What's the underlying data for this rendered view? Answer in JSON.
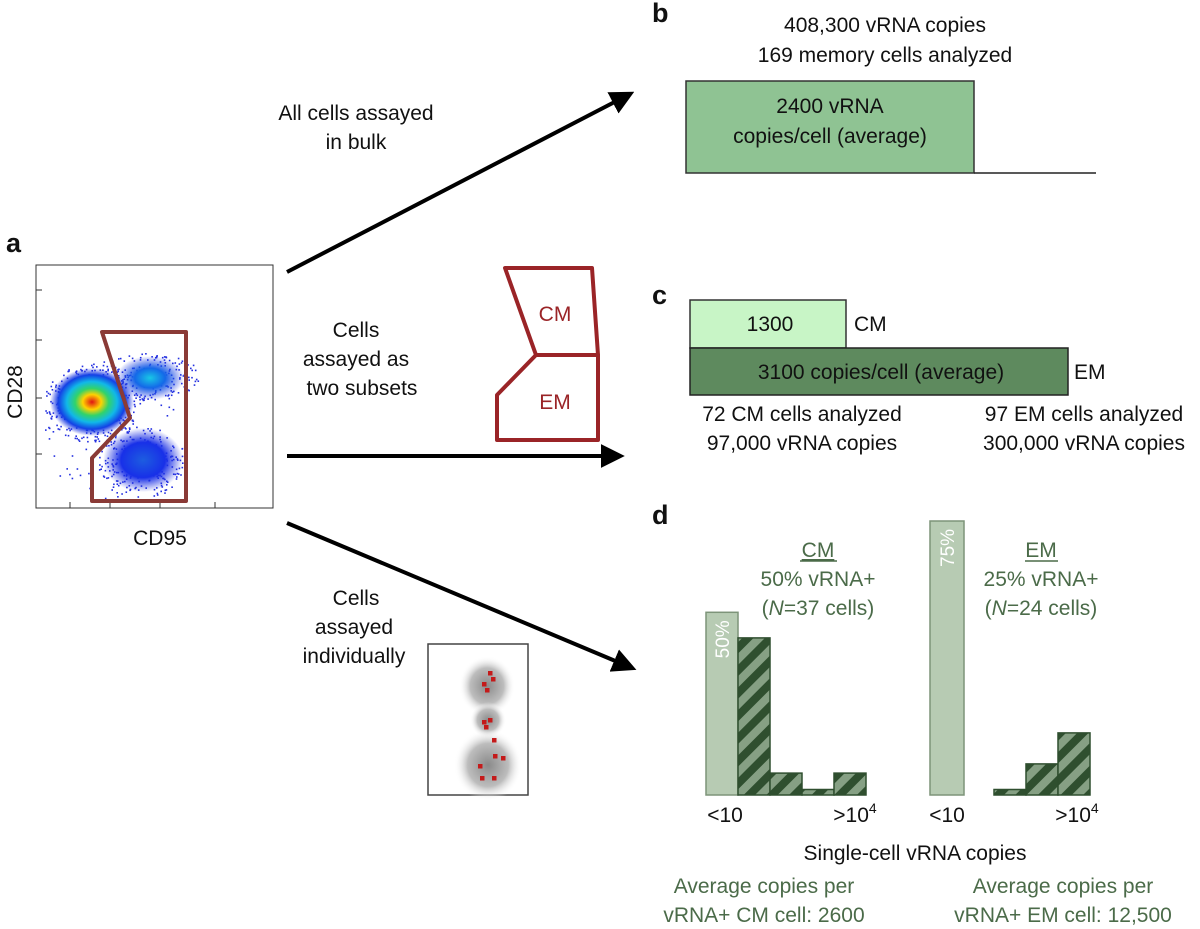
{
  "panels": {
    "a": "a",
    "b": "b",
    "c": "c",
    "d": "d"
  },
  "flow": {
    "axis_y": "CD28",
    "axis_x": "CD95",
    "bulk_line1": "All cells assayed",
    "bulk_line2": "in bulk",
    "subsets_line1": "Cells",
    "subsets_line2": "assayed as",
    "subsets_line3": "two subsets",
    "gate_cm": "CM",
    "gate_em": "EM",
    "indiv_line1": "Cells",
    "indiv_line2": "assayed",
    "indiv_line3": "individually"
  },
  "bulk": {
    "header1": "408,300 vRNA copies",
    "header2": "169 memory cells analyzed",
    "bar_line1": "2400 vRNA",
    "bar_line2": "copies/cell (average)",
    "color": "#8fc393"
  },
  "subsets": {
    "cm_value": "1300",
    "cm_label": "CM",
    "em_value": "3100 copies/cell (average)",
    "em_label": "EM",
    "cm_cells": "72 CM cells analyzed",
    "cm_copies": "97,000 vRNA copies",
    "em_cells": "97 EM cells analyzed",
    "em_copies": "300,000 vRNA copies",
    "cm_color": "#c8f5c6",
    "em_color": "#5e8a5e"
  },
  "single_cell": {
    "cm_title": "CM",
    "cm_pct": "50% vRNA+",
    "cm_n_prefix": "(",
    "cm_n_italic": "N",
    "cm_n_rest": "=37 cells)",
    "em_title": "EM",
    "em_pct": "25% vRNA+",
    "em_n_prefix": "(",
    "em_n_italic": "N",
    "em_n_rest": "=24 cells)",
    "tick_low": "<10",
    "tick_high_base": ">10",
    "tick_high_exp": "4",
    "xlabel": "Single-cell vRNA copies",
    "cm_avg_line1": "Average copies per",
    "cm_avg_line2": "vRNA+ CM cell: 2600",
    "em_avg_line1": "Average copies per",
    "em_avg_line2": "vRNA+ EM cell: 12,500",
    "bar_solid_color": "#b7cbb3",
    "bar_hatch_color": "#3d5e3d"
  },
  "chart_data": [
    {
      "type": "bar",
      "title": "CM",
      "categories": [
        "<10",
        "",
        "",
        "",
        ">10^4"
      ],
      "values": [
        50,
        43,
        6,
        1.5,
        6
      ],
      "value_labels": [
        "50%",
        "",
        "",
        "",
        ""
      ],
      "ylim": [
        0,
        78
      ]
    },
    {
      "type": "bar",
      "title": "EM",
      "categories": [
        "<10",
        "",
        "",
        "",
        ">10^4"
      ],
      "values": [
        75,
        1.5,
        8.5,
        17
      ],
      "value_labels": [
        "75%",
        "",
        "",
        ""
      ],
      "ylim": [
        0,
        78
      ]
    }
  ]
}
